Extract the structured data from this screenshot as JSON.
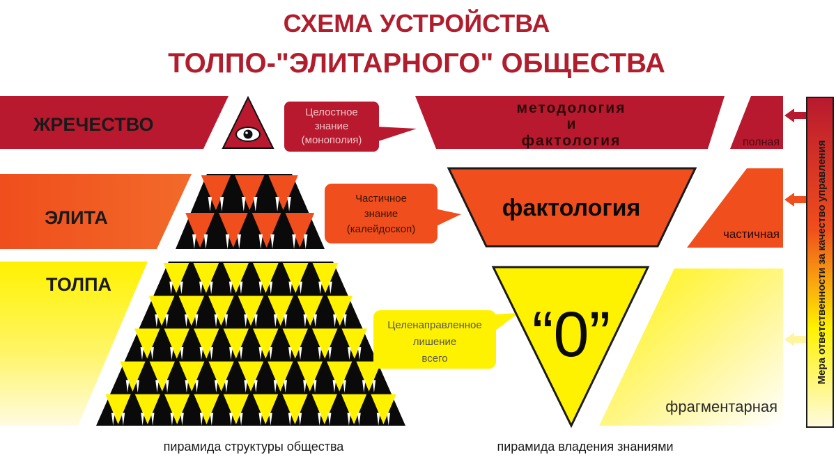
{
  "title": {
    "line1": "СХЕМА УСТРОЙСТВА",
    "line2": "ТОЛПО-\"ЭЛИТАРНОГО\" ОБЩЕСТВА"
  },
  "colors": {
    "title": "#b01e2e",
    "priesthood": "#b8192e",
    "elite": "#f04e1c",
    "crowd": "#fff200",
    "dark": "#0a0a0a",
    "white": "#ffffff"
  },
  "levels": {
    "priesthood": {
      "label": "ЖРЕЧЕСТВО",
      "knowledge": [
        "методология",
        "и",
        "фактология"
      ],
      "callout": [
        "Целостное",
        "знание",
        "(монополия)"
      ],
      "responsibility": "полная"
    },
    "elite": {
      "label": "ЭЛИТА",
      "knowledge": [
        "фактология"
      ],
      "callout": [
        "Частичное",
        "знание",
        "(калейдоскоп)"
      ],
      "responsibility": "частичная"
    },
    "crowd": {
      "label": "ТОЛПА",
      "knowledge": [
        "“0”"
      ],
      "callout": [
        "Целенаправленное",
        "лишение",
        "всего"
      ],
      "responsibility": "фрагментарная"
    }
  },
  "side_label": "Мера ответственности за качество управления",
  "captions": {
    "society": "пирамида структуры общества",
    "knowledge": "пирамида владения знаниями"
  },
  "icons": {
    "eye": "eye-in-triangle-icon",
    "arrow": "arrow-left-icon"
  }
}
